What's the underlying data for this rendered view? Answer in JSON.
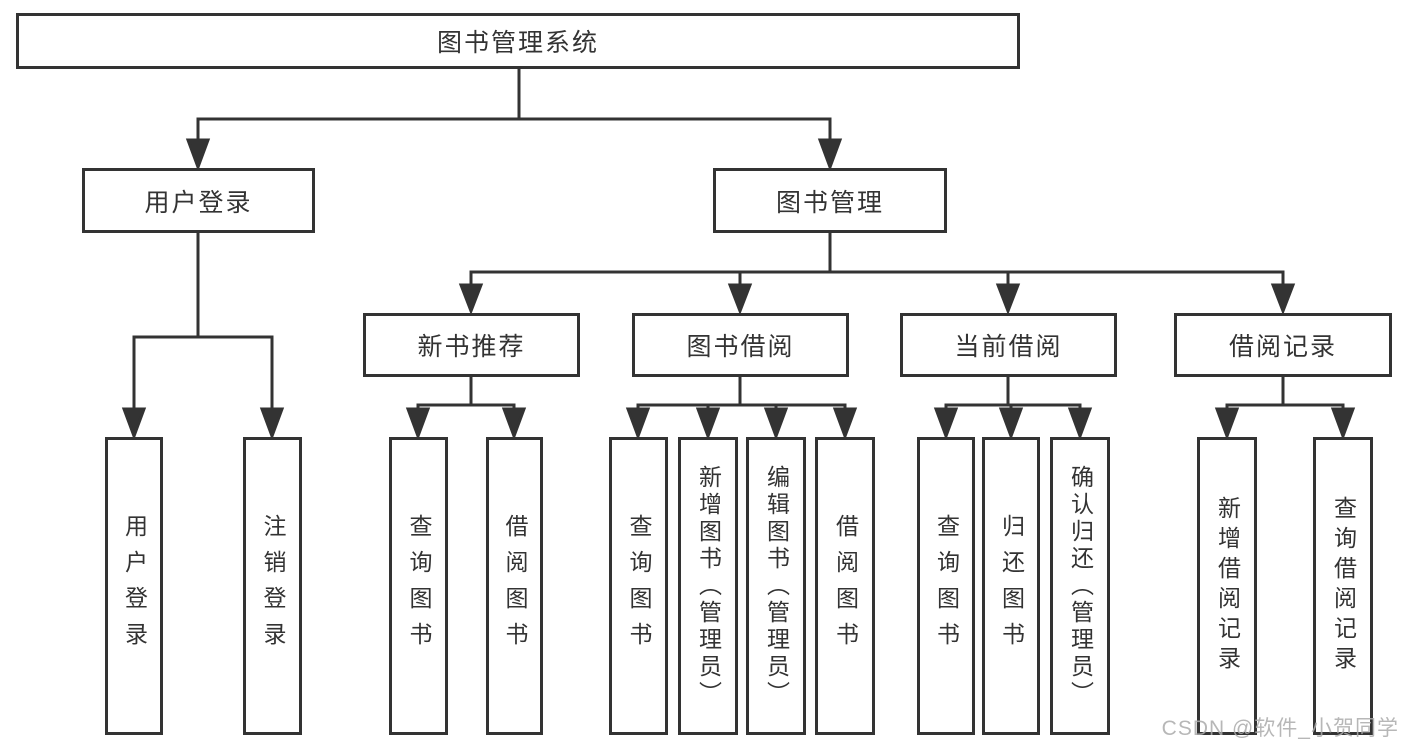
{
  "diagram": {
    "root": {
      "label": "图书管理系统"
    },
    "level2": [
      {
        "label": "用户登录"
      },
      {
        "label": "图书管理"
      }
    ],
    "level3": [
      {
        "label": "新书推荐"
      },
      {
        "label": "图书借阅"
      },
      {
        "label": "当前借阅"
      },
      {
        "label": "借阅记录"
      }
    ],
    "leaves": {
      "user_login": [
        "用户登录",
        "注销登录"
      ],
      "new_books": [
        "查询图书",
        "借阅图书"
      ],
      "book_borrow": [
        "查询图书",
        "新增图书（管理员）",
        "编辑图书（管理员）",
        "借阅图书"
      ],
      "current_borrow": [
        "查询图书",
        "归还图书",
        "确认归还（管理员）"
      ],
      "borrow_records": [
        "新增借阅记录",
        "查询借阅记录"
      ]
    }
  },
  "watermark": {
    "text": "CSDN @软件_小贺同学"
  },
  "colors": {
    "line": "#333333",
    "text": "#333333",
    "background": "#ffffff"
  }
}
